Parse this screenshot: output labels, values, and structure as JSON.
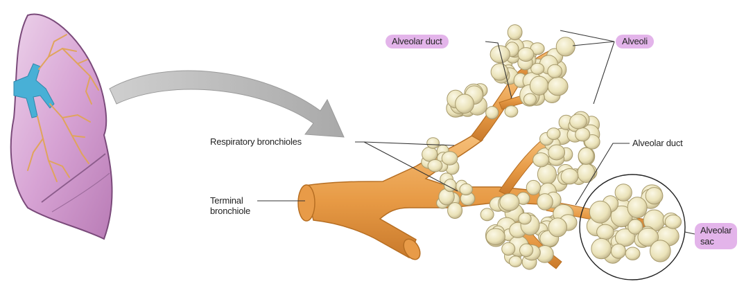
{
  "labels": {
    "alveolar_duct_top": "Alveolar duct",
    "alveoli": "Alveoli",
    "respiratory_bronchioles": "Respiratory bronchioles",
    "alveolar_duct_right": "Alveolar duct",
    "terminal_bronchiole_line1": "Terminal",
    "terminal_bronchiole_line2": "bronchiole",
    "alveolar_sac_line1": "Alveolar",
    "alveolar_sac_line2": "sac"
  },
  "colors": {
    "label_highlight": "#e3b4ea",
    "lung": "#d9a6d6",
    "bronchiole": "#e8a04a",
    "alveolus": "#efe9c4",
    "bronchus_blue": "#48b0d6",
    "arrow": "#bdbdbd"
  }
}
